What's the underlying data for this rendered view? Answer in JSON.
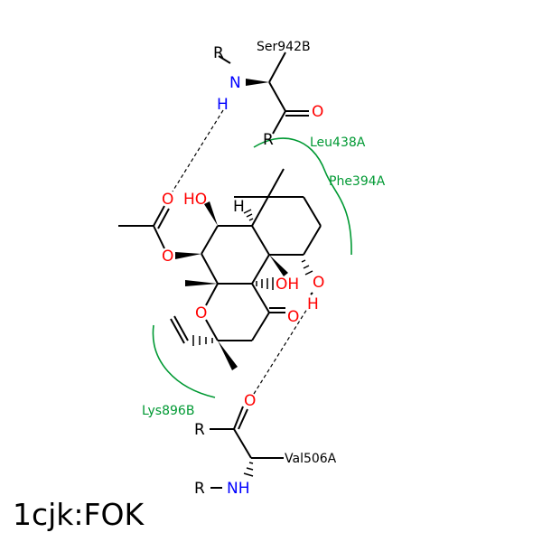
{
  "title": "1cjk:FOK",
  "residues": {
    "ser": "Ser942B",
    "leu": "Leu438A",
    "phe": "Phe394A",
    "lys": "Lys896B",
    "val": "Val506A"
  },
  "atoms": {
    "R": "R",
    "N": "N",
    "H": "H",
    "O": "O",
    "HO": "HO",
    "OH": "OH",
    "NH": "NH",
    "dash": "—"
  },
  "colors": {
    "oxygen": "#ff0000",
    "nitrogen": "#0000ff",
    "hydrophobic": "#009933",
    "bond": "#000000"
  }
}
